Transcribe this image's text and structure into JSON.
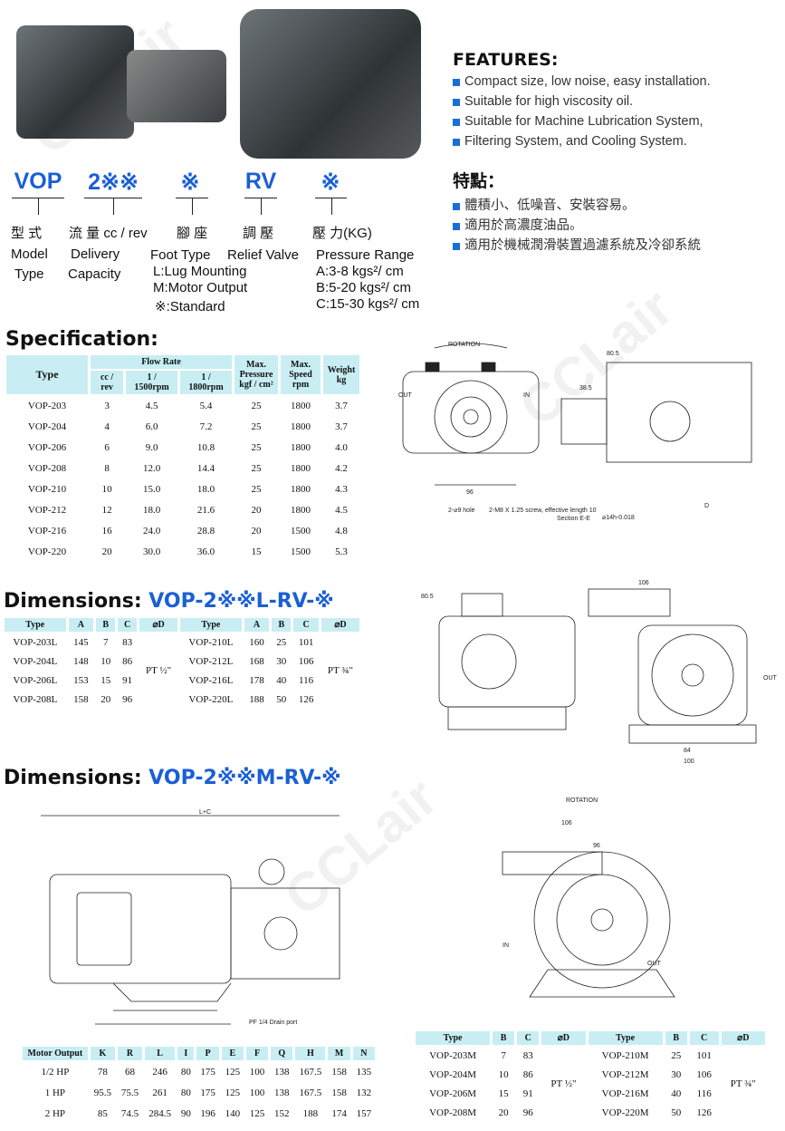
{
  "features": {
    "title": "FEATURES:",
    "items": [
      "Compact size, low noise, easy installation.",
      "Suitable for high viscosity oil.",
      "Suitable for Machine Lubrication System,",
      "Filtering System, and Cooling System."
    ]
  },
  "features_zh": {
    "title": "特點：",
    "items": [
      "體積小、低噪音、安裝容易。",
      "適用於高濃度油品。",
      "適用於機械潤滑裝置過濾系統及冷卻系統"
    ]
  },
  "model_code": {
    "parts": [
      "VOP",
      "2※※",
      "※",
      "RV",
      "※"
    ],
    "zh": [
      "型 式",
      "流 量 cc / rev",
      "腳 座",
      "調 壓",
      "壓 力(KG)"
    ],
    "model": [
      "Model",
      "Type"
    ],
    "delivery": [
      "Delivery",
      "Capacity"
    ],
    "foot": [
      "Foot Type",
      "L:Lug Mounting",
      "M:Motor Output",
      "※:Standard"
    ],
    "relief": "Relief  Valve",
    "pressure": [
      "Pressure Range",
      "A:3-8 kgs²/ cm",
      "B:5-20 kgs²/ cm",
      "C:15-30 kgs²/ cm"
    ]
  },
  "spec": {
    "title": "Specification:",
    "headers": {
      "type": "Type",
      "flow": "Flow Rate",
      "cc": "cc / rev",
      "r1500": "1 / 1500rpm",
      "r1800": "1 / 1800rpm",
      "pressure": "Max. Pressure kgf / cm²",
      "speed": "Max. Speed rpm",
      "weight": "Weight kg"
    },
    "rows": [
      [
        "VOP-203",
        "3",
        "4.5",
        "5.4",
        "25",
        "1800",
        "3.7"
      ],
      [
        "VOP-204",
        "4",
        "6.0",
        "7.2",
        "25",
        "1800",
        "3.7"
      ],
      [
        "VOP-206",
        "6",
        "9.0",
        "10.8",
        "25",
        "1800",
        "4.0"
      ],
      [
        "VOP-208",
        "8",
        "12.0",
        "14.4",
        "25",
        "1800",
        "4.2"
      ],
      [
        "VOP-210",
        "10",
        "15.0",
        "18.0",
        "25",
        "1800",
        "4.3"
      ],
      [
        "VOP-212",
        "12",
        "18.0",
        "21.6",
        "20",
        "1800",
        "4.5"
      ],
      [
        "VOP-216",
        "16",
        "24.0",
        "28.8",
        "20",
        "1500",
        "4.8"
      ],
      [
        "VOP-220",
        "20",
        "30.0",
        "36.0",
        "15",
        "1500",
        "5.3"
      ]
    ]
  },
  "dimL": {
    "title": "Dimensions:",
    "code": "VOP-2※※L-RV-※",
    "headers": [
      "Type",
      "A",
      "B",
      "C",
      "⌀D",
      "Type",
      "A",
      "B",
      "C",
      "⌀D"
    ],
    "left": [
      [
        "VOP-203L",
        "145",
        "7",
        "83"
      ],
      [
        "VOP-204L",
        "148",
        "10",
        "86"
      ],
      [
        "VOP-206L",
        "153",
        "15",
        "91"
      ],
      [
        "VOP-208L",
        "158",
        "20",
        "96"
      ]
    ],
    "right": [
      [
        "VOP-210L",
        "160",
        "25",
        "101"
      ],
      [
        "VOP-212L",
        "168",
        "30",
        "106"
      ],
      [
        "VOP-216L",
        "178",
        "40",
        "116"
      ],
      [
        "VOP-220L",
        "188",
        "50",
        "126"
      ]
    ],
    "d_left": "PT ½\"",
    "d_right": "PT ¾\""
  },
  "dimM": {
    "title": "Dimensions:",
    "code": "VOP-2※※M-RV-※",
    "headers": [
      "Type",
      "B",
      "C",
      "⌀D",
      "Type",
      "B",
      "C",
      "⌀D"
    ],
    "left": [
      [
        "VOP-203M",
        "7",
        "83"
      ],
      [
        "VOP-204M",
        "10",
        "86"
      ],
      [
        "VOP-206M",
        "15",
        "91"
      ],
      [
        "VOP-208M",
        "20",
        "96"
      ]
    ],
    "right": [
      [
        "VOP-210M",
        "25",
        "101"
      ],
      [
        "VOP-212M",
        "30",
        "106"
      ],
      [
        "VOP-216M",
        "40",
        "116"
      ],
      [
        "VOP-220M",
        "50",
        "126"
      ]
    ],
    "d_left": "PT ½\"",
    "d_right": "PT ¾\""
  },
  "motor": {
    "headers": [
      "Motor Output",
      "K",
      "R",
      "L",
      "I",
      "P",
      "E",
      "F",
      "Q",
      "H",
      "M",
      "N"
    ],
    "rows": [
      [
        "1/2 HP",
        "78",
        "68",
        "246",
        "80",
        "175",
        "125",
        "100",
        "138",
        "167.5",
        "158",
        "135"
      ],
      [
        "1 HP",
        "95.5",
        "75.5",
        "261",
        "80",
        "175",
        "125",
        "100",
        "138",
        "167.5",
        "158",
        "132"
      ],
      [
        "2 HP",
        "85",
        "74.5",
        "284.5",
        "90",
        "196",
        "140",
        "125",
        "152",
        "188",
        "174",
        "157"
      ]
    ]
  },
  "drawing_labels": {
    "rotation": "ROTATION",
    "out": "OUT",
    "in": "IN",
    "hole": "2-⌀9 hole",
    "screw": "2-M8 X 1.25 screw, effective length 10",
    "section": "Section E-E",
    "shaft": "⌀14h-0.018",
    "d": "D",
    "drain": "PF 1/4 Drain port",
    "lc": "L+C",
    "dim_a": "80.5",
    "dim_b": "38.5",
    "dim_c": "96",
    "dim_d": "106",
    "dim_e": "84",
    "dim_f": "100"
  },
  "watermark": "CCLair"
}
